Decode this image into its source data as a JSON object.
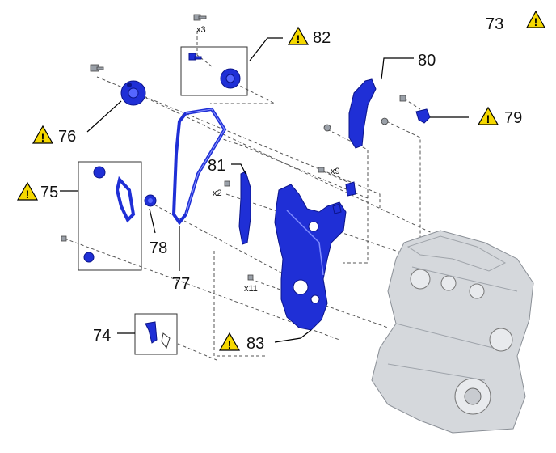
{
  "colors": {
    "part_highlight": "#1f2fd6",
    "warning_fill": "#f5d800",
    "engine_fill": "#d5d8dc"
  },
  "warning_icon": "caution-triangle-icon",
  "labels": {
    "p73": "73",
    "p74": "74",
    "p75": "75",
    "p76": "76",
    "p77": "77",
    "p78": "78",
    "p79": "79",
    "p80": "80",
    "p81": "81",
    "p82": "82",
    "p83": "83"
  },
  "quantities": {
    "q_x3": "x3",
    "q_x9": "x9",
    "q_x2": "x2",
    "q_x11": "x11"
  }
}
